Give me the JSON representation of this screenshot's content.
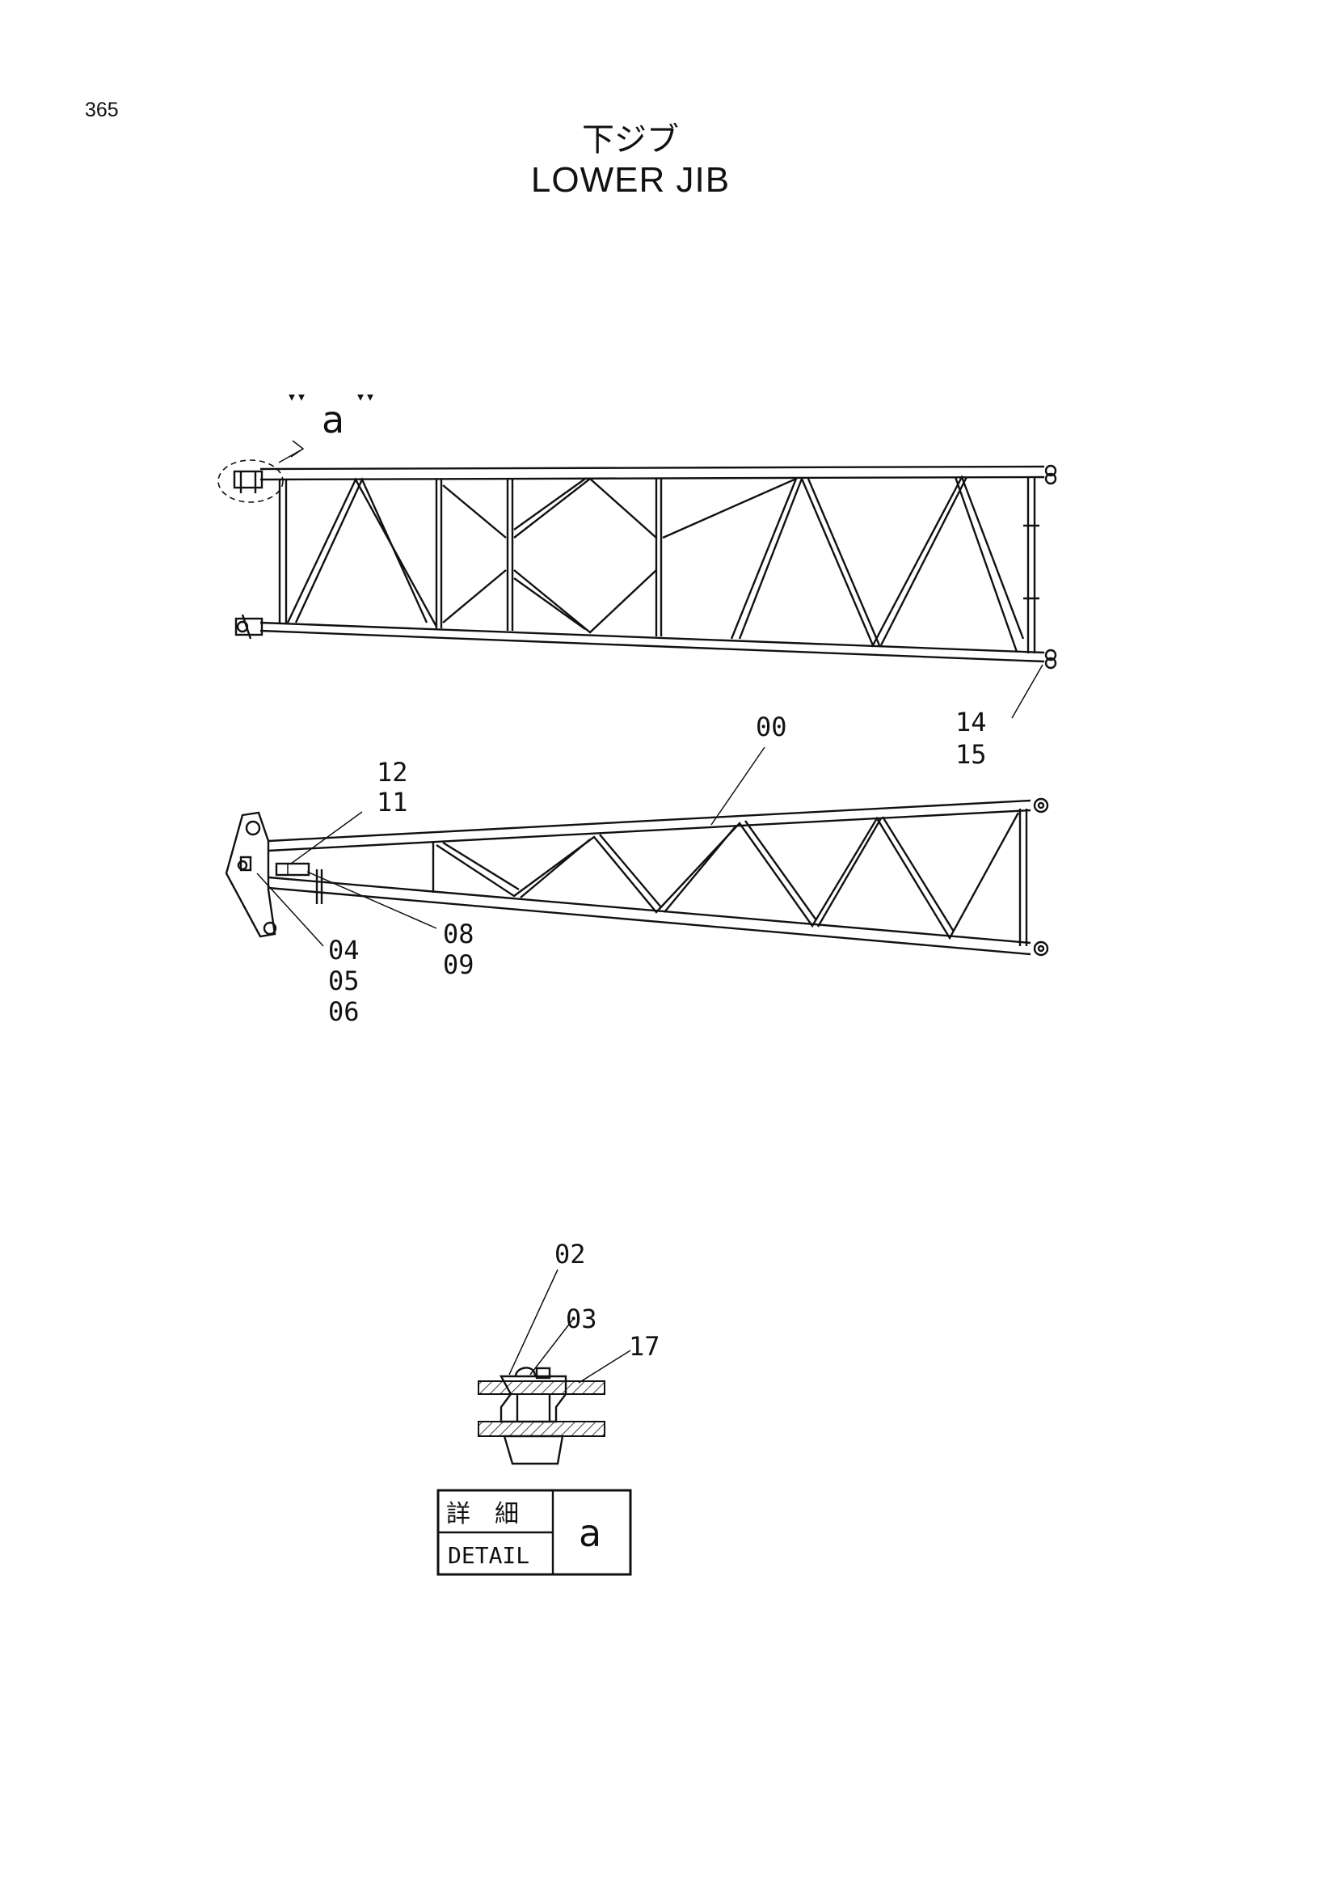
{
  "page_number": "365",
  "title_jp": "下ジブ",
  "title_en": "LOWER JIB",
  "view_label": "ᵛᵛ a ᵛᵛ",
  "view_letter": "a",
  "callouts": {
    "c00": "00",
    "c02": "02",
    "c03": "03",
    "c04": "04",
    "c05": "05",
    "c06": "06",
    "c08": "08",
    "c09": "09",
    "c11": "11",
    "c12": "12",
    "c14": "14",
    "c15": "15",
    "c17": "17"
  },
  "detail_box": {
    "jp_label": "詳　細",
    "en_label": "DETAIL",
    "letter": "a"
  }
}
